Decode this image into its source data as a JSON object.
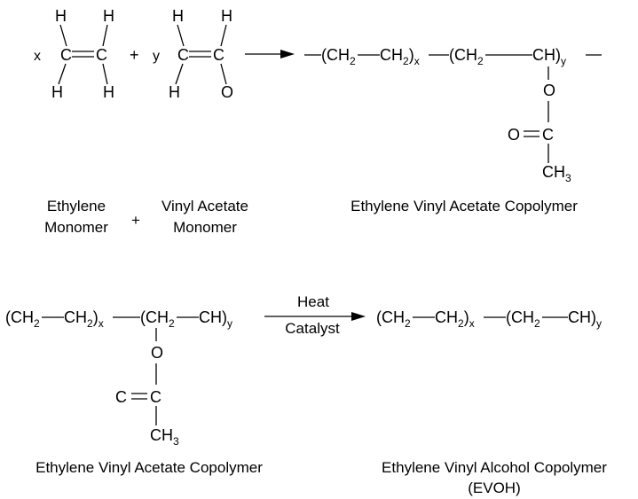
{
  "reaction1": {
    "ethylene": {
      "coefficient": "x",
      "carbon_left": "C",
      "carbon_right": "C",
      "h_top_left": "H",
      "h_top_right": "H",
      "h_bottom_left": "H",
      "h_bottom_right": "H"
    },
    "plus": "+",
    "vinyl_acetate": {
      "coefficient": "y",
      "carbon_left": "C",
      "carbon_right": "C",
      "h_top_left": "H",
      "h_top_right": "H",
      "h_bottom_left": "H",
      "oxygen": "O"
    },
    "product": {
      "segment1": "(CH",
      "segment2": "CH",
      "segment3": ")",
      "segment4": "(CH",
      "segment5": "CH)",
      "sub_2": "2",
      "sub_x": "x",
      "sub_y": "y",
      "side_oxygen": "O",
      "carbonyl_oxygen": "O",
      "carbonyl_carbon": "C",
      "methyl": "CH",
      "methyl_sub": "3"
    },
    "captions": {
      "ethylene_line1": "Ethylene",
      "ethylene_line2": "Monomer",
      "plus": "+",
      "vinyl_acetate_line1": "Vinyl Acetate",
      "vinyl_acetate_line2": "Monomer",
      "product": "Ethylene Vinyl Acetate Copolymer"
    }
  },
  "reaction2": {
    "reactant": {
      "segment1": "(CH",
      "segment2": "CH",
      "segment3": ")",
      "segment4": "(CH",
      "segment5": "CH)",
      "sub_2": "2",
      "sub_x": "x",
      "sub_y": "y",
      "side_oxygen": "O",
      "carbonyl_carbon_left": "C",
      "carbonyl_carbon_right": "C",
      "methyl": "CH",
      "methyl_sub": "3"
    },
    "conditions": {
      "above": "Heat",
      "below": "Catalyst"
    },
    "product": {
      "segment1": "(CH",
      "segment2": "CH",
      "segment3": ")",
      "segment4": "(CH",
      "segment5": "CH)",
      "sub_2": "2",
      "sub_x": "x",
      "sub_y": "y"
    },
    "captions": {
      "reactant": "Ethylene Vinyl Acetate Copolymer",
      "product_line1": "Ethylene Vinyl Alcohol Copolymer",
      "product_line2": "(EVOH)"
    }
  }
}
